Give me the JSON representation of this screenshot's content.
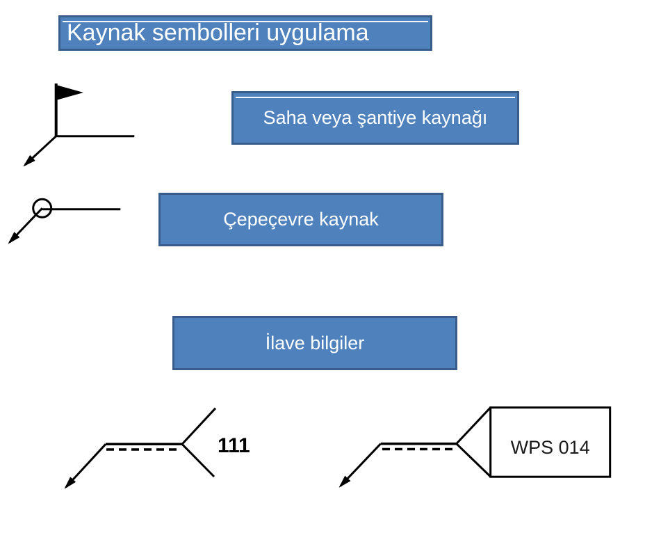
{
  "slide": {
    "background": "#ffffff",
    "title": "Kaynak sembolleri uygulama"
  },
  "callouts": {
    "site_weld": "Saha veya şantiye kaynağı",
    "weld_all_around": "Çepeçevre kaynak",
    "additional_info": "İlave bilgiler"
  },
  "weld_symbols": {
    "field_weld_icon": "flag-icon",
    "weld_all_around_icon": "circle-icon",
    "arrow_icon": "arrowhead-icon",
    "process_number": "111",
    "wps_reference": "WPS 014"
  },
  "colors": {
    "box_fill": "#4f81bd",
    "box_border": "#385d8a",
    "box_text": "#ffffff",
    "accent_line": "#f3f7fb",
    "line_color": "#000000"
  }
}
